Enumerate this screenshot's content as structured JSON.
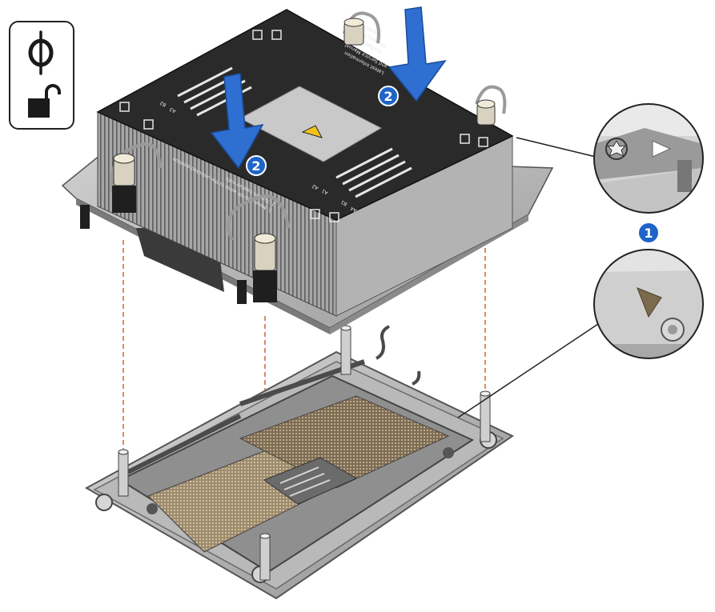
{
  "icons": {
    "torx_symbol": "torx-screwdriver-icon",
    "unlock_symbol": "unlocked-padlock-icon"
  },
  "colors": {
    "accent_blue": "#1f64c8",
    "arrow_blue": "#2f6fd1",
    "guide_line": "#e08a5a",
    "heatsink_dark": "#2a2a2a",
    "fin_silver": "#b8b8b8"
  },
  "callouts": {
    "step1": "1",
    "step2_a": "2",
    "step2_b": "2"
  },
  "heatsink_label": {
    "line1": "Latest Information",
    "line2": "and Service Manual",
    "line3": "Configuration",
    "line4": "Memory Population",
    "line5": "Sequence",
    "line6": "1. Move Anti-tilt wires to the unlocked position",
    "line7": "2. Tighten captive nuts",
    "slot_a1": "A1",
    "slot_a2": "A2",
    "slot_a3": "A3",
    "slot_b1": "B1",
    "slot_b2": "B2",
    "slot_a4": "A4"
  }
}
